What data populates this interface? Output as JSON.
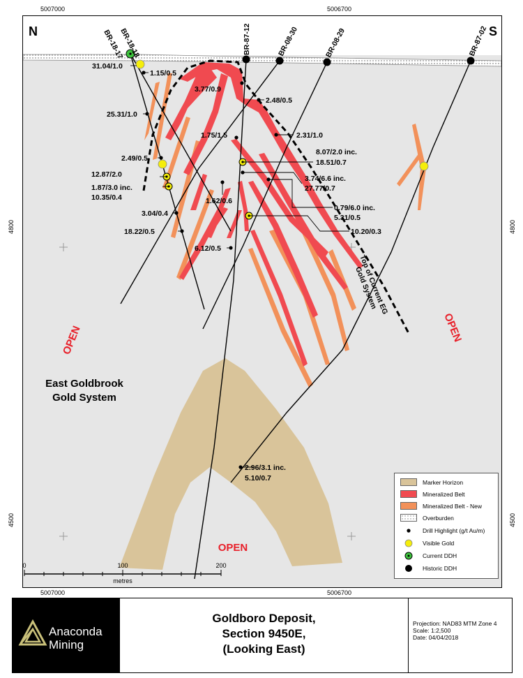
{
  "coords": {
    "top_left": "5007000",
    "top_right": "5006700",
    "bottom_left": "5007000",
    "bottom_right": "5006700",
    "elev_upper": "4800",
    "elev_lower": "4500"
  },
  "compass": {
    "north": "N",
    "south": "S"
  },
  "drillholes": {
    "br1818": "BR-18-18",
    "br1817": "BR-18-17",
    "br8712": "BR-87-12",
    "br0830": "BR-08-30",
    "br0829": "BR-08-29",
    "br8702": "BR-87-02"
  },
  "intercepts": {
    "i1": "31.04/1.0",
    "i2": "1.15/0.5",
    "i3": "3.77/0.9",
    "i4": "2.48/0.5",
    "i5": "25.31/1.0",
    "i6": "1.75/1.5",
    "i7": "2.31/1.0",
    "i8a": "8.07/2.0 inc.",
    "i8b": "18.51/0.7",
    "i9": "2.49/0.5",
    "i10": "12.87/2.0",
    "i11a": "3.74/6.6 inc.",
    "i11b": "27.77/0.7",
    "i12a": "1.87/3.0 inc.",
    "i12b": "10.35/0.4",
    "i13": "1.62/0.6",
    "i14a": "0.79/6.0 inc.",
    "i14b": "5.31/0.5",
    "i15": "3.04/0.4",
    "i16": "10.20/0.3",
    "i17": "18.22/0.5",
    "i18": "6.12/0.5",
    "i19a": "2.96/3.1 inc.",
    "i19b": "5.10/0.7"
  },
  "labels": {
    "open": "OPEN",
    "system_line1": "East Goldbrook",
    "system_line2": "Gold System",
    "top_line1": "Top of Current EG",
    "top_line2": "Gold System"
  },
  "scale_bar": {
    "t0": "0",
    "t100": "100",
    "t200": "200",
    "unit": "metres"
  },
  "legend": {
    "marker": "Marker Horizon",
    "belt": "Mineralized Belt",
    "belt_new": "Mineralized Belt - New",
    "overburden": "Overburden",
    "highlight": "Drill Highlight (g/t Au/m)",
    "visible_gold": "Visible Gold",
    "current": "Current DDH",
    "historic": "Historic DDH"
  },
  "title_block": {
    "logo_line1": "Anaconda",
    "logo_line2": "Mining",
    "title_line1": "Goldboro Deposit,",
    "title_line2": "Section 9450E,",
    "title_line3": "(Looking East)",
    "projection": "Projection: NAD83 MTM Zone 4",
    "scale": "Scale: 1:2,500",
    "date": "Date: 04/04/2018"
  },
  "colors": {
    "background": "#e6e6e6",
    "marker_horizon": "#d9c49a",
    "mineralized_belt": "#f04a50",
    "mineralized_belt_new": "#f2915a",
    "visible_gold": "#f5ee0a",
    "current_ddh": "#3ec43e",
    "open_text": "#e8202a"
  }
}
